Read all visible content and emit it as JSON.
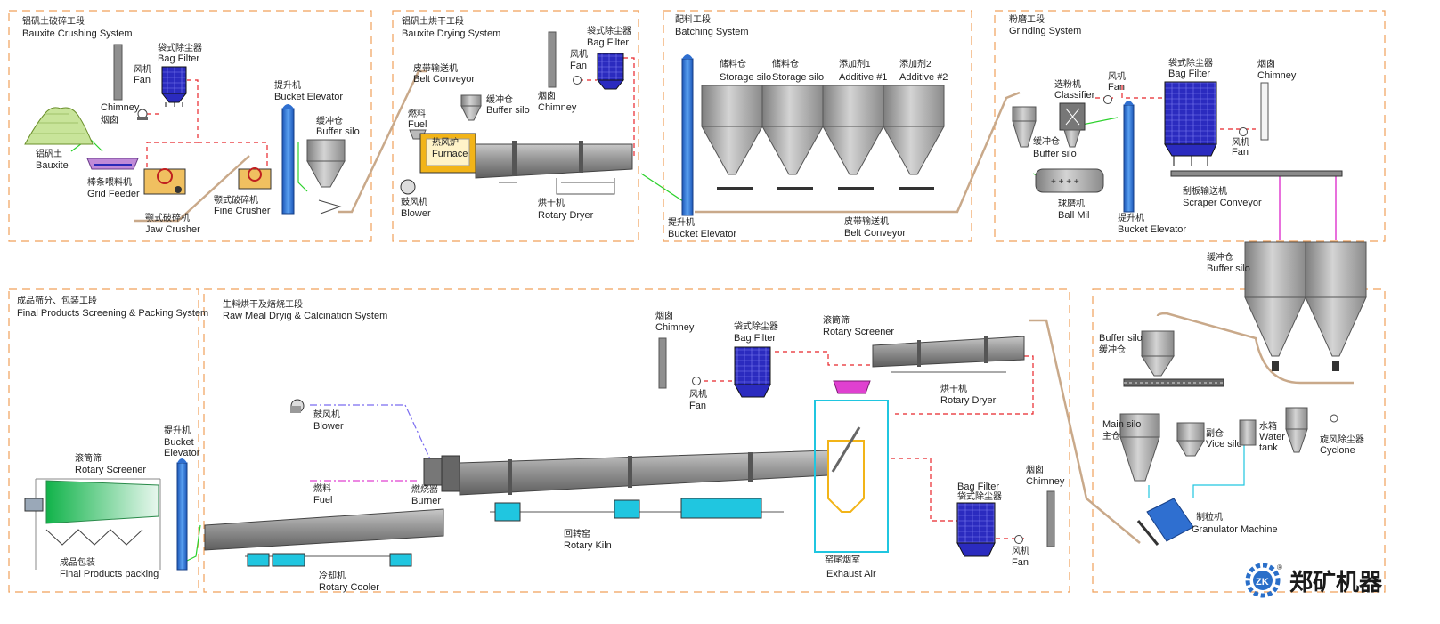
{
  "sections": {
    "bauxite_crushing": {
      "cn": "铝矾土破碎工段",
      "en": "Bauxite Crushing System"
    },
    "bauxite_drying": {
      "cn": "铝矾土烘干工段",
      "en": "Bauxite Drying System"
    },
    "batching": {
      "cn": "配料工段",
      "en": "Batching System"
    },
    "grinding": {
      "cn": "粉磨工段",
      "en": "Grinding System"
    },
    "final_products": {
      "cn": "成品筛分、包装工段",
      "en": "Final Products Screening & Packing System"
    },
    "raw_meal": {
      "cn": "生料烘干及焙烧工段",
      "en": "Raw Meal Dryig & Calcination System"
    }
  },
  "labels": {
    "bauxite": {
      "cn": "铝矾土",
      "en": "Bauxite"
    },
    "chimney1": {
      "en": "Chimney",
      "cn": "烟囱"
    },
    "fan1": {
      "cn": "风机",
      "en": "Fan"
    },
    "bag_filter1": {
      "cn": "袋式除尘器",
      "en": "Bag Filter"
    },
    "grid_feeder": {
      "cn": "棒条喂料机",
      "en": "Grid Feeder"
    },
    "jaw_crusher": {
      "cn": "颚式破碎机",
      "en": "Jaw Crusher"
    },
    "fine_crusher": {
      "cn": "颚式破碎机",
      "en": "Fine Crusher"
    },
    "bucket_elevator1": {
      "cn": "提升机",
      "en": "Bucket Elevator"
    },
    "buffer_silo1": {
      "cn": "缓冲仓",
      "en": "Buffer silo"
    },
    "belt_conveyor1": {
      "cn": "皮带输送机",
      "en": "Belt Conveyor"
    },
    "buffer_silo2": {
      "cn": "缓冲仓",
      "en": "Buffer silo"
    },
    "fuel1": {
      "cn": "燃料",
      "en": "Fuel"
    },
    "furnace": {
      "cn": "热风炉",
      "en": "Furnace"
    },
    "blower1": {
      "cn": "鼓风机",
      "en": "Blower"
    },
    "rotary_dryer1": {
      "cn": "烘干机",
      "en": "Rotary Dryer"
    },
    "fan2": {
      "cn": "风机",
      "en": "Fan"
    },
    "bag_filter2": {
      "cn": "袋式除尘器",
      "en": "Bag Filter"
    },
    "chimney2": {
      "cn": "烟囱",
      "en": "Chimney"
    },
    "bucket_elevator2": {
      "cn": "提升机",
      "en": "Bucket Elevator"
    },
    "storage_silo1": {
      "cn": "储料仓",
      "en": "Storage silo"
    },
    "storage_silo2": {
      "cn": "储料仓",
      "en": "Storage silo"
    },
    "additive1": {
      "cn": "添加剂1",
      "en": "Additive #1"
    },
    "additive2": {
      "cn": "添加剂2",
      "en": "Additive #2"
    },
    "belt_conveyor2": {
      "cn": "皮带输送机",
      "en": "Belt Conveyor"
    },
    "classifier": {
      "cn": "选粉机",
      "en": "Classifier"
    },
    "fan3": {
      "cn": "风机",
      "en": "Fan"
    },
    "bag_filter3": {
      "cn": "袋式除尘器",
      "en": "Bag Filter"
    },
    "chimney3": {
      "cn": "烟囱",
      "en": "Chimney"
    },
    "buffer_silo3": {
      "cn": "缓冲仓",
      "en": "Buffer silo"
    },
    "fan4": {
      "cn": "风机",
      "en": "Fan"
    },
    "ball_mill": {
      "cn": "球磨机",
      "en": "Ball Mil"
    },
    "bucket_elevator3": {
      "cn": "提升机",
      "en": "Bucket Elevator"
    },
    "scraper_conveyor": {
      "cn": "刮板输送机",
      "en": "Scraper Conveyor"
    },
    "buffer_silo4": {
      "cn": "缓冲仓",
      "en": "Buffer silo"
    },
    "rotary_screener1": {
      "cn": "滚筒筛",
      "en": "Rotary Screener"
    },
    "bucket_elevator4": {
      "cn": "提升机",
      "en": "Bucket",
      "en2": "Elevator"
    },
    "final_packing": {
      "cn": "成品包装",
      "en": "Final Products packing"
    },
    "blower2": {
      "cn": "鼓风机",
      "en": "Blower"
    },
    "fuel2": {
      "cn": "燃料",
      "en": "Fuel"
    },
    "burner": {
      "cn": "燃烧器",
      "en": "Burner"
    },
    "rotary_cooler": {
      "cn": "冷却机",
      "en": "Rotary Cooler"
    },
    "rotary_kiln": {
      "cn": "回转窑",
      "en": "Rotary Kiln"
    },
    "chimney4": {
      "cn": "烟囱",
      "en": "Chimney"
    },
    "fan5": {
      "cn": "风机",
      "en": "Fan"
    },
    "bag_filter4": {
      "cn": "袋式除尘器",
      "en": "Bag Filter"
    },
    "rotary_screener2": {
      "cn": "滚筒筛",
      "en": "Rotary Screener"
    },
    "rotary_dryer2": {
      "cn": "烘干机",
      "en": "Rotary Dryer"
    },
    "exhaust_air": {
      "cn": "窑尾烟室",
      "en": "Exhaust Air"
    },
    "bag_filter5": {
      "en": "Bag Filter",
      "cn": "袋式除尘器"
    },
    "chimney5": {
      "cn": "烟囱",
      "en": "Chimney"
    },
    "fan6": {
      "cn": "风机",
      "en": "Fan"
    },
    "buffer_silo5": {
      "en": "Buffer silo",
      "cn": "缓冲仓"
    },
    "main_silo": {
      "en": "Main silo",
      "cn": "主仓"
    },
    "vice_silo": {
      "cn": "副仓",
      "en": "Vice silo"
    },
    "water_tank": {
      "cn": "水箱",
      "en": "Water",
      "en2": "tank"
    },
    "cyclone": {
      "cn": "旋风除尘器",
      "en": "Cyclone"
    },
    "granulator": {
      "cn": "制粒机",
      "en": "Granulator Machine"
    }
  },
  "brand": {
    "name": "郑矿机器",
    "logo_letters": "ZK",
    "registered": "®"
  },
  "colors": {
    "dashed_border": "#f0a15a",
    "equipment_blue": "#2f6fd0",
    "bag_filter": "#2a2ab8",
    "silo_grey": "#a9a9a9",
    "kiln_grey": "#8d8d8d",
    "air_red": "#e8262b",
    "material_green": "#2bd12b",
    "fuel_magenta": "#e040d0",
    "water_cyan": "#20c6e0",
    "furnace_yellow": "#f2b418",
    "conveyor_tan": "#c9a98a"
  }
}
